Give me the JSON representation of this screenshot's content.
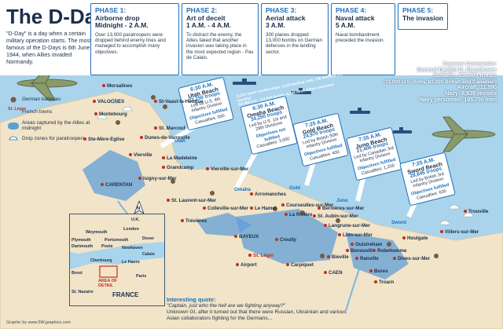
{
  "header": {
    "title": "The D-Day",
    "intro": "\"D-Day\" is a day when a certain military operation starts. The most famous of the D-Days is 6th June 1944, when Allies invaded Normandy."
  },
  "phases": [
    {
      "title": "PHASE 1:",
      "subtitle": "Airborne drop",
      "time": "Midnight - 2 A.M.",
      "body": "Over 13,000 paratroopers were dropped behind enemy lines and managed to accomplish many objectives."
    },
    {
      "title": "PHASE 2:",
      "subtitle": "Art of deceit",
      "time": "1 A.M. - 4 A.M.",
      "body": "To distract the enemy, the Allies faked that another invasion was taking place in the most expected region - Pas de Calais."
    },
    {
      "title": "PHASE 3:",
      "subtitle": "Aerial attack",
      "time": "3 A.M.",
      "body": "300 planes dropped 13,000 bombs on German defenses in the landing sector."
    },
    {
      "title": "PHASE 4:",
      "subtitle": "Naval attack",
      "time": "5 A.M.",
      "body": "Naval bombardment preceded the invasion."
    },
    {
      "title": "PHASE 5:",
      "subtitle": "The invasion",
      "time": "",
      "body": ""
    }
  ],
  "legend": {
    "german_batteries": "German batteries",
    "french_towns": "French towns",
    "areas_captured": "Areas captured by the Allies at midnight",
    "drop_zones": "Drop zones for paratroopers",
    "sample_town": "St. Léger"
  },
  "commander": {
    "heading": "Supreme Commander:",
    "name": "General Dwight D. Eisenhower",
    "soldiers": "Soldiers: 156,000 troops",
    "soldiers_detail": "(73,000 U.S. Army, 83,000 British and Canadian)",
    "aircraft": "Aircraft: 11,590",
    "navy": "Navy: 6,939 vessels",
    "navy_personnel": "Navy personnel: 195,700 men",
    "ships_detail": "(1,213 naval combat ships, 4,126 landing craft, 736 ancillary craft, 864 merchant vessels)",
    "ships_detail2": "(52,889 U.S., 112,824 British, 4,988 other Allied countries)"
  },
  "beaches": [
    {
      "time": "6:30 A.M.",
      "name": "Utah Beach",
      "troops": "23,250 troops",
      "led_by": "Led by U.S. 4th Infantry Division",
      "objectives": "Objectives fulfilled",
      "casualties": "Casualties: 300"
    },
    {
      "time": "6:30 A.M.",
      "name": "Omaha Beach",
      "troops": "34,250 troops",
      "led_by": "Led by U.S. 1st and 29th Divisions",
      "objectives": "Objectives not fulfilled",
      "casualties": "Casualties: 3,000"
    },
    {
      "time": "7:25 A.M.",
      "name": "Gold Beach",
      "troops": "24,970 troops",
      "led_by": "Led by British 50th Infantry Division",
      "objectives": "Objectives fulfilled",
      "casualties": "Casualties: 400"
    },
    {
      "time": "7:35 A.M.",
      "name": "Juno Beach",
      "troops": "21,400 troops",
      "led_by": "Led by Canadian 3rd Infantry Division",
      "objectives": "Objectives fulfilled",
      "casualties": "Casualties: 1,200"
    },
    {
      "time": "7:25 A.M.",
      "name": "Sword Beach",
      "troops": "28,845 troops",
      "led_by": "Led by British 3rd Infantry Division",
      "objectives": "Objectives fulfilled",
      "casualties": "Casualties: 630"
    }
  ],
  "beach_labels": [
    "Utah",
    "Omaha",
    "Gold",
    "Juno",
    "Sword"
  ],
  "towns": {
    "morsalines": "Morsalines",
    "valognes": "VALOGNES",
    "montebourg": "Montebourg",
    "st_vaast": "St-Vaast-la-Hougue",
    "st_marcouf": "St. Marcouf",
    "dunes": "Dunes-de-Varreville",
    "ste_mere": "Ste-Mère-Eglise",
    "vierville_utah": "Vierville",
    "la_madeleine": "La Madeleine",
    "carentan": "CARENTAN",
    "isigny": "Isigny-sur-Mer",
    "grandcamp": "Grandcamp",
    "vierville": "Vierville-sur-Mer",
    "st_laurent": "St. Laurent-sur-Mer",
    "colleville": "Colleville-sur-Mer",
    "bayeux": "BAYEUX",
    "trevieres": "Trévières",
    "arromanches": "Arromanches",
    "le_hamel": "Le Hamel",
    "courseulles": "Courseulles-sur-Mer",
    "la_riviere": "La Rivière",
    "creully": "Creully",
    "st_aubin": "St. Aubin-sur-Mer",
    "langrune": "Langrune-sur-Mer",
    "lion": "Lion-sur-Mer",
    "ouistreham": "Ouistreham",
    "houlgate": "Houlgate",
    "villers": "Villers-sur-Mer",
    "trouville": "Trouville",
    "dives": "Dives-sur-Mer",
    "caen": "CAEN",
    "carpiquet": "Carpiquet",
    "bieville": "Bieville",
    "ranville": "Ranville",
    "benouville": "Benouville",
    "troarn": "Troarn",
    "bures": "Bures",
    "st_leger": "St. Léger",
    "airport": "Airport",
    "bernieres": "Bernières-sur-Mer",
    "robehomme": "Robehomme"
  },
  "inset": {
    "uk": "U.K.",
    "london": "London",
    "weymouth": "Weymouth",
    "plymouth": "Plymouth",
    "dartmouth": "Dartmouth",
    "portsmouth": "Portsmouth",
    "poole": "Poole",
    "newhaven": "Newhaven",
    "dover": "Dover",
    "cherbourg": "Cherbourg",
    "le_havre": "Le Havre",
    "brest": "Brest",
    "st_nazaire": "St. Nazaire",
    "paris": "Paris",
    "calais": "Calais",
    "area": "AREA OF DETAIL",
    "france": "FRANCE"
  },
  "quote": {
    "title": "Interesting quote:",
    "text": "\"Captain, just who the hell are we fighting anyway?\"",
    "body": "Unknown GI, after it turned out that there were Russian, Ukrainian and various Asian collaborators fighting for the Germans..."
  },
  "compass_label": "N",
  "credit": "Graphic by www.5W.graphics.com",
  "colors": {
    "accent": "#1f6fb8",
    "sea": "#a9d4ec",
    "land": "#f1e4c8",
    "captured": "#5f9fd8",
    "german": "#c03020"
  }
}
